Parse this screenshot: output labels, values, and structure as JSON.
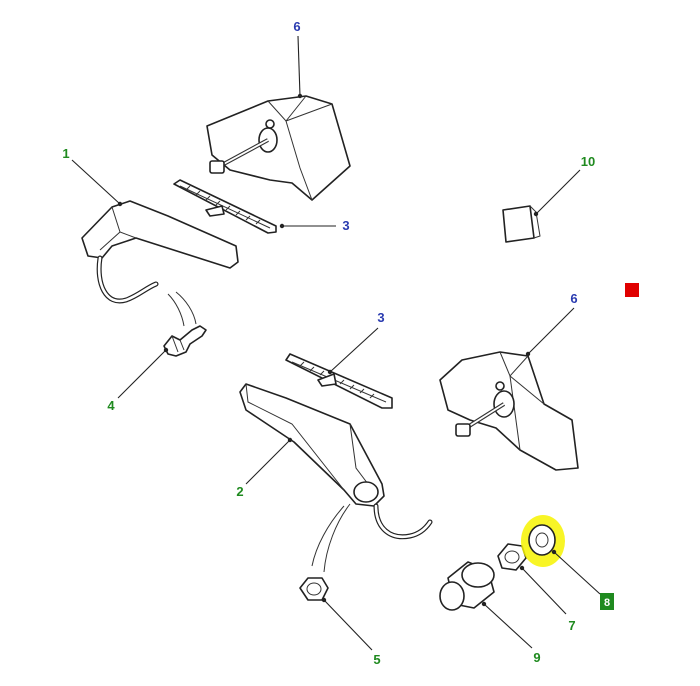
{
  "callouts": {
    "wiper_motor_top": "6",
    "wiper_arm_top": "1",
    "wiper_blade_top": "3",
    "cover_cap": "10",
    "washer_jet_connector": "4",
    "wiper_blade_lower": "3",
    "wiper_motor_lower": "6",
    "wiper_arm_lower": "2",
    "seal_washer": "8",
    "nut_small": "7",
    "nut_lower_left": "5",
    "grommet": "9"
  },
  "colors": {
    "callout_blue": "#2a3bb0",
    "callout_green": "#1f8a1f",
    "highlight": "#f7f300",
    "marker_red": "#e00000",
    "badge_green": "#1f8a1f"
  },
  "icons": {
    "red_marker": "red-square-icon",
    "badge": "green-badge-icon"
  }
}
